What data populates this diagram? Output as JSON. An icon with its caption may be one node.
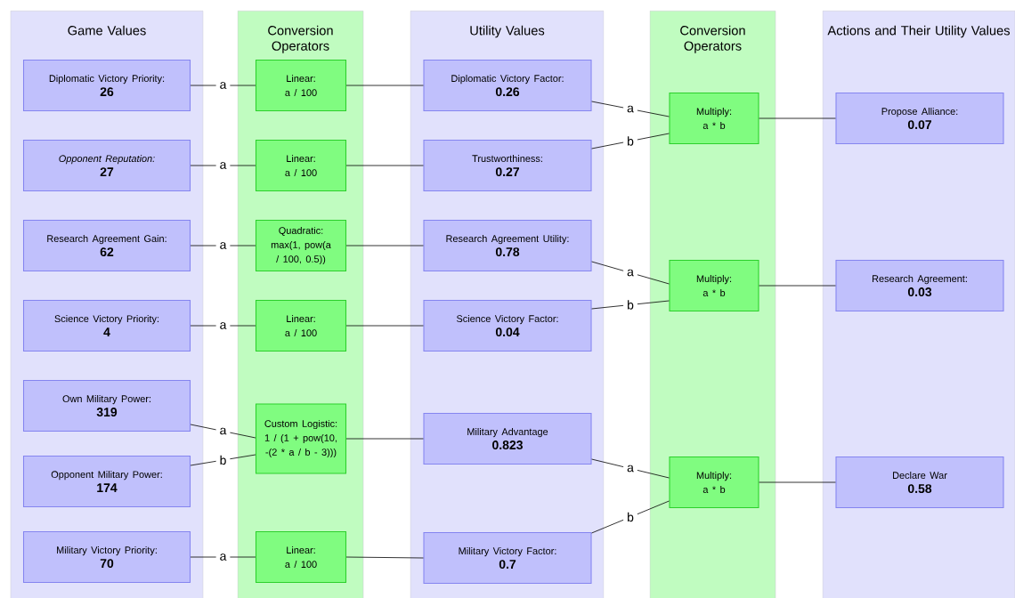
{
  "diagram": {
    "nodes": [
      {
        "text": [
          "Game Values"
        ]
      },
      {
        "text": [
          "Diplomatic Victory Priority:",
          "26"
        ],
        "in": 0
      },
      {
        "text": [
          "*Opponent Reputation:*",
          "27"
        ],
        "in": 0
      },
      {
        "text": [
          "Research Agreement Gain:",
          "62"
        ],
        "in": 0
      },
      {
        "text": [
          "Science Victory Priority:",
          "4"
        ],
        "in": 0
      },
      {
        "text": [
          "Own Military Power:",
          "319"
        ],
        "in": 0
      },
      {
        "text": [
          "Opponent Military Power:",
          "174"
        ],
        "in": 0
      },
      {
        "text": [
          "Military Victory Priority:",
          "70"
        ],
        "in": 0
      },
      {
        "text": [
          "Conversion Operators"
        ]
      },
      {
        "text": [
          "Linear:",
          "a / 100"
        ],
        "in": 8
      },
      {
        "text": [
          "Linear:",
          "a / 100"
        ],
        "in": 8
      },
      {
        "text": [
          "Quadratic:",
          "max(1, pow(a / 100, 0.5))"
        ],
        "in": 8
      },
      {
        "text": [
          "Linear:",
          "a / 100"
        ],
        "in": 8
      },
      {
        "text": [
          "Custom Logistic:",
          "1 / (1 + pow(10, -(2 * a / b - 3)))"
        ],
        "in": 8
      },
      {
        "text": [
          "Linear:",
          "a / 100"
        ],
        "in": 8
      },
      {
        "text": [
          "Utility Values"
        ]
      },
      {
        "text": [
          "Diplomatic Victory Factor:",
          "0.26"
        ],
        "in": 15
      },
      {
        "text": [
          "Trustworthiness:",
          "0.27"
        ],
        "in": 15
      },
      {
        "text": [
          "Research Agreement Utility:",
          "0.78"
        ],
        "in": 15
      },
      {
        "text": [
          "Science Victory Factor:",
          "0.04"
        ],
        "in": 15
      },
      {
        "text": [
          "Military Advantage",
          "0.823"
        ],
        "in": 15
      },
      {
        "text": [
          "Military Victory Factor:",
          "0.7"
        ],
        "in": 15
      },
      {
        "text": [
          "Conversion Operators"
        ]
      },
      {
        "text": [
          "Multiply:",
          "a * b"
        ],
        "in": 22
      },
      {
        "text": [
          "Multiply:",
          "a * b"
        ],
        "in": 22
      },
      {
        "text": [
          "Multiply:",
          "a * b"
        ],
        "in": 22
      },
      {
        "text": [
          "Actions and Their Utility Values"
        ]
      },
      {
        "text": [
          "Propose Alliance:",
          "0.07"
        ],
        "in": 26
      },
      {
        "text": [
          "Research Agreement:",
          "0.03"
        ],
        "in": 26
      },
      {
        "text": [
          "Declare War",
          "0.58"
        ],
        "in": 26
      }
    ],
    "edges": [
      {
        "from": 1,
        "to": 9,
        "arrow": "none",
        "label": "a"
      },
      {
        "from": 2,
        "to": 10,
        "arrow": "none",
        "label": "a"
      },
      {
        "from": 3,
        "to": 11,
        "arrow": "none",
        "label": "a"
      },
      {
        "from": 4,
        "to": 12,
        "arrow": "none",
        "label": "a"
      },
      {
        "from": 5,
        "to": 13,
        "arrow": "none",
        "label": "a"
      },
      {
        "from": 6,
        "to": 13,
        "arrow": "none",
        "label": "b"
      },
      {
        "from": 7,
        "to": 14,
        "arrow": "none",
        "label": "a"
      },
      {
        "from": 9,
        "to": 16,
        "arrow": "none"
      },
      {
        "from": 10,
        "to": 17,
        "arrow": "none"
      },
      {
        "from": 11,
        "to": 18,
        "arrow": "none"
      },
      {
        "from": 12,
        "to": 19,
        "arrow": "none"
      },
      {
        "from": 13,
        "to": 20,
        "arrow": "none"
      },
      {
        "from": 14,
        "to": 21,
        "arrow": "none"
      },
      {
        "from": 16,
        "to": 23,
        "arrow": "none",
        "label": "a"
      },
      {
        "from": 17,
        "to": 23,
        "arrow": "none",
        "label": "b"
      },
      {
        "from": 18,
        "to": 24,
        "arrow": "none",
        "label": "a"
      },
      {
        "from": 19,
        "to": 24,
        "arrow": "none",
        "label": "b"
      },
      {
        "from": 20,
        "to": 25,
        "arrow": "none",
        "label": "a"
      },
      {
        "from": 21,
        "to": 25,
        "arrow": "none",
        "label": "b"
      },
      {
        "from": 23,
        "to": 27,
        "arrow": "none"
      },
      {
        "from": 24,
        "to": 28,
        "arrow": "none"
      },
      {
        "from": 25,
        "to": 29,
        "arrow": "none"
      }
    ]
  }
}
